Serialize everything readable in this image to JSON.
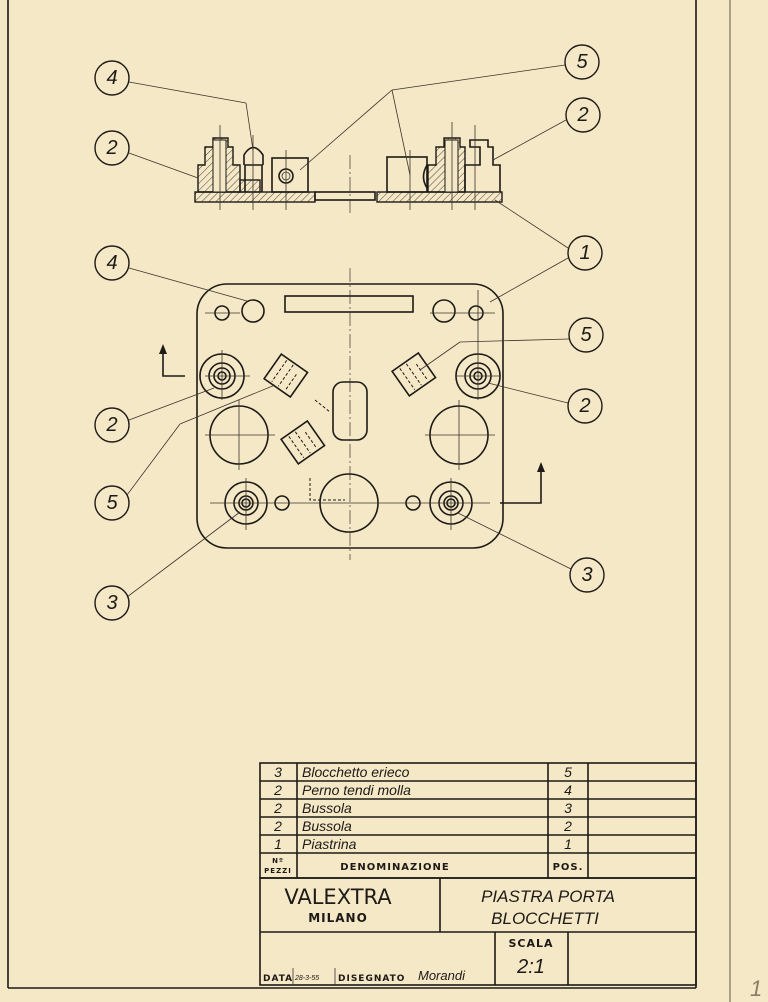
{
  "drawing": {
    "balloons": {
      "section_4": "4",
      "section_5": "5",
      "section_2_left": "2",
      "section_2_right": "2",
      "section_1": "1",
      "plan_4": "4",
      "plan_5_right": "5",
      "plan_2_left": "2",
      "plan_2_right": "2",
      "plan_5_left": "5",
      "plan_3_left": "3",
      "plan_3_right": "3"
    },
    "sheet_number": "1"
  },
  "parts_list": {
    "rows": [
      {
        "qty": "3",
        "name": "Blocchetto erieco",
        "pos": "5"
      },
      {
        "qty": "2",
        "name": "Perno tendi molla",
        "pos": "4"
      },
      {
        "qty": "2",
        "name": "Bussola",
        "pos": "3"
      },
      {
        "qty": "2",
        "name": "Bussola",
        "pos": "2"
      },
      {
        "qty": "1",
        "name": "Piastrina",
        "pos": "1"
      }
    ],
    "header": {
      "qty_line1": "Nº",
      "qty_line2": "PEZZI",
      "name": "DENOMINAZIONE",
      "pos": "POS."
    }
  },
  "title_block": {
    "company": "VALEXTRA",
    "city": "MILANO",
    "title_line1": "PIASTRA  PORTA",
    "title_line2": "BLOCCHETTI",
    "scale_label": "SCALA",
    "scale_value": "2:1",
    "date_label": "DATA",
    "date_value": "28-3-55",
    "drawn_by_label": "DISEGNATO",
    "drawn_by_signature": "Morandi"
  }
}
